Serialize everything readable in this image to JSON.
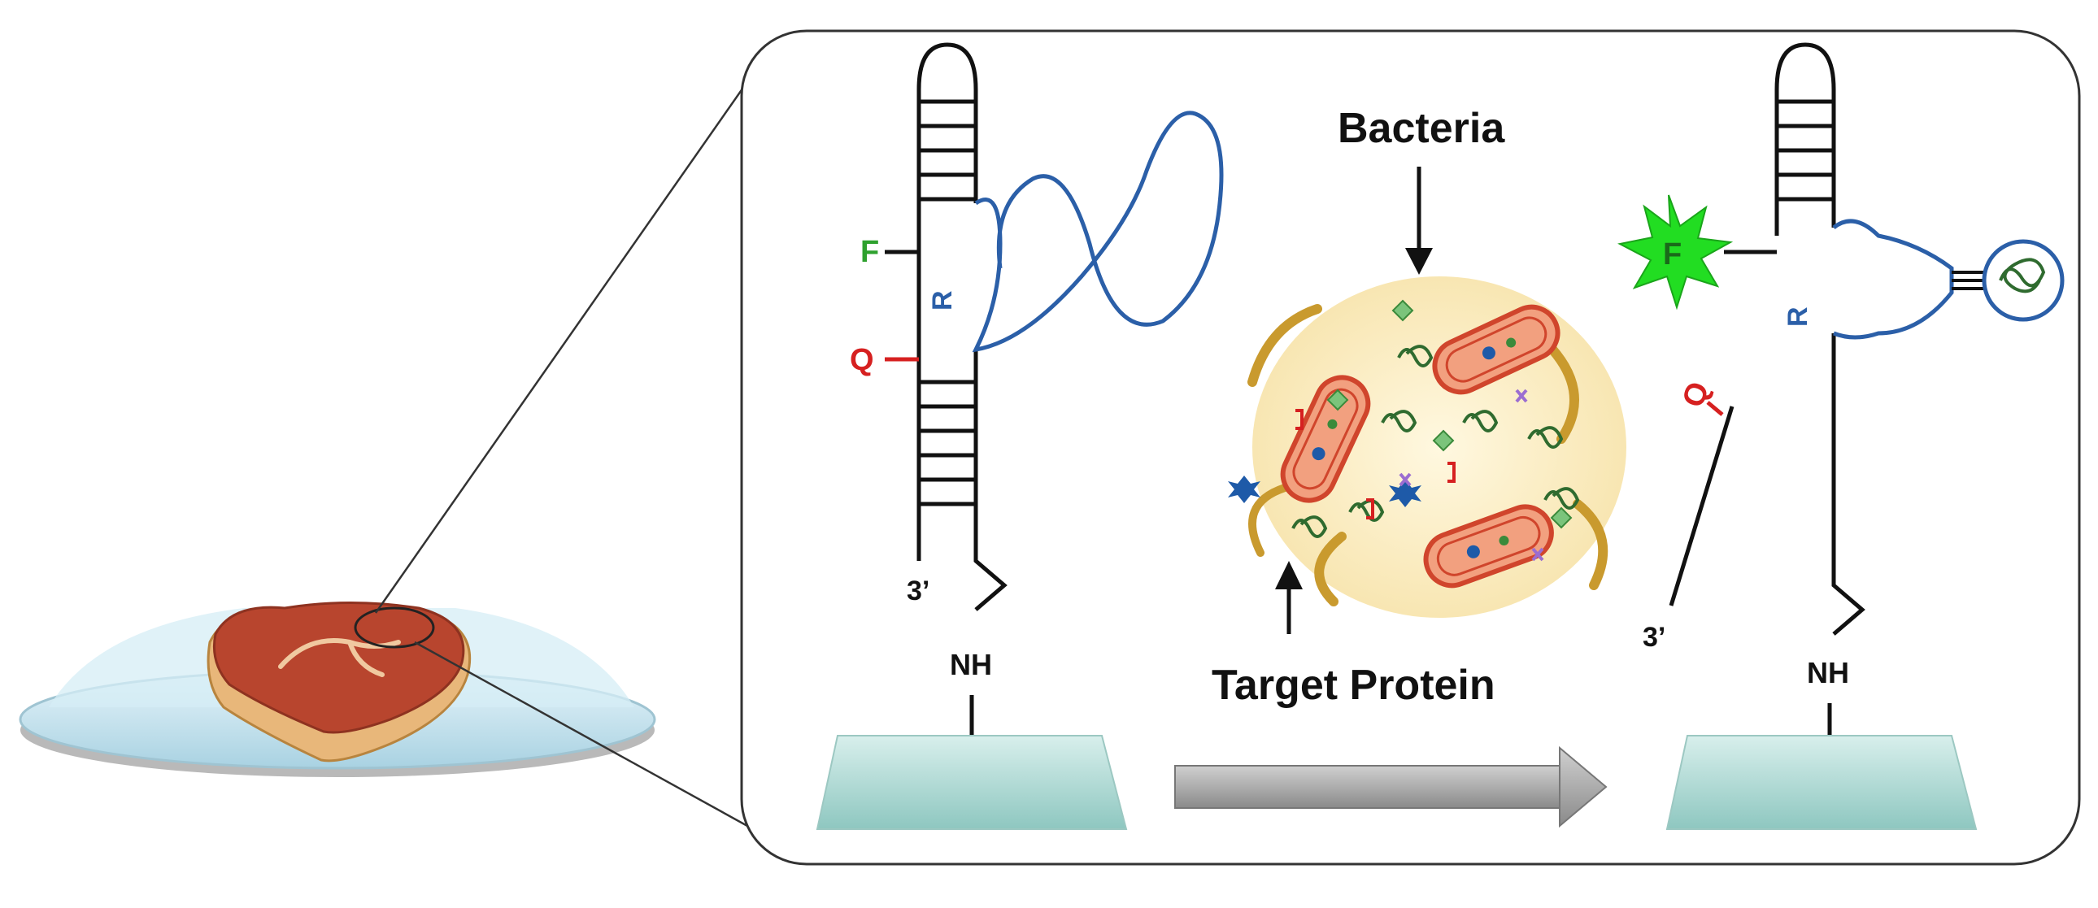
{
  "colors": {
    "stem": "#111111",
    "aptamer_loop": "#2b5fa8",
    "fluorophore": "#2ea12e",
    "fluorophore_burst": "#22dd22",
    "quencher": "#d62020",
    "r_label": "#2b5fa8",
    "bacteria_cloud": "#fbefc8",
    "bacteria_body": "#e8553a",
    "surface": "#bfe3df",
    "arrow_fill": "#a8a8a8",
    "meat": "#b8452e",
    "meat_rind": "#e8b77a",
    "petri_dish": "#cfe8f2",
    "panel_border": "#333333"
  },
  "left_probe": {
    "fluorophore_label": "F",
    "quencher_label": "Q",
    "r_label": "R",
    "three_prime_label": "3’",
    "nh_label": "NH"
  },
  "center": {
    "bacteria_label": "Bacteria",
    "target_protein_label": "Target Protein"
  },
  "right_probe": {
    "fluorophore_label": "F",
    "quencher_label": "Q",
    "r_label": "R",
    "three_prime_label": "3’",
    "nh_label": "NH"
  },
  "icons": {
    "meat_sample": "meat-in-petri-dish-icon",
    "bacteria": "rod-bacteria-icon",
    "process_arrow": "right-arrow-icon",
    "fluorescence": "fluorescence-burst-icon"
  }
}
